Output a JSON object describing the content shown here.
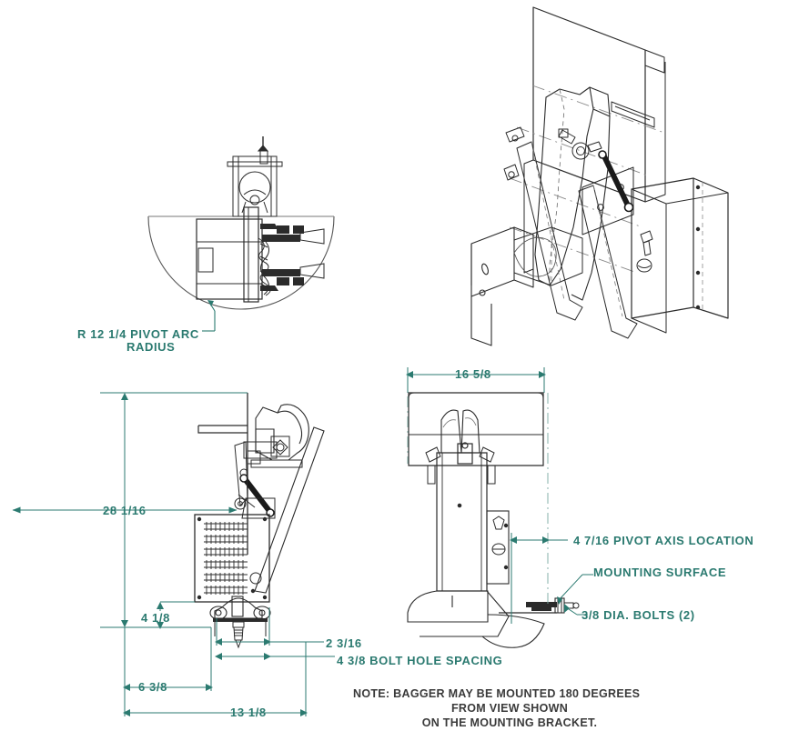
{
  "drawing": {
    "title": "Bagger Mounting Assembly Dimensioned Drawing",
    "line_color": "#2b2b2b",
    "dimension_color": "#2b7a70",
    "note_color": "#3a3a3a",
    "background": "#ffffff"
  },
  "views": {
    "plan_arc": {
      "name": "top-left-plan-view",
      "arc_label_line1": "R 12 1/4  PIVOT ARC",
      "arc_label_line2": "RADIUS"
    },
    "isometric": {
      "name": "top-right-isometric-view"
    },
    "side_elevation": {
      "name": "bottom-left-side-elevation-view"
    },
    "front_elevation": {
      "name": "bottom-right-front-elevation-view"
    }
  },
  "dimensions": {
    "overall_height": "28 1/16",
    "lower_height": "4 1/8",
    "bolt_offset": "2 3/16",
    "bolt_hole_spacing": "4 3/8  BOLT HOLE SPACING",
    "base_offset": "6 3/8",
    "overall_length": "13 1/8",
    "overall_width": "16 5/8",
    "pivot_axis_location": "4 7/16  PIVOT AXIS LOCATION",
    "mounting_surface": "MOUNTING SURFACE",
    "bolt_diameter": "3/8 DIA. BOLTS (2)"
  },
  "note": {
    "line1": "NOTE: BAGGER MAY BE MOUNTED 180 DEGREES",
    "line2": "FROM VIEW SHOWN",
    "line3": "ON THE MOUNTING BRACKET."
  }
}
